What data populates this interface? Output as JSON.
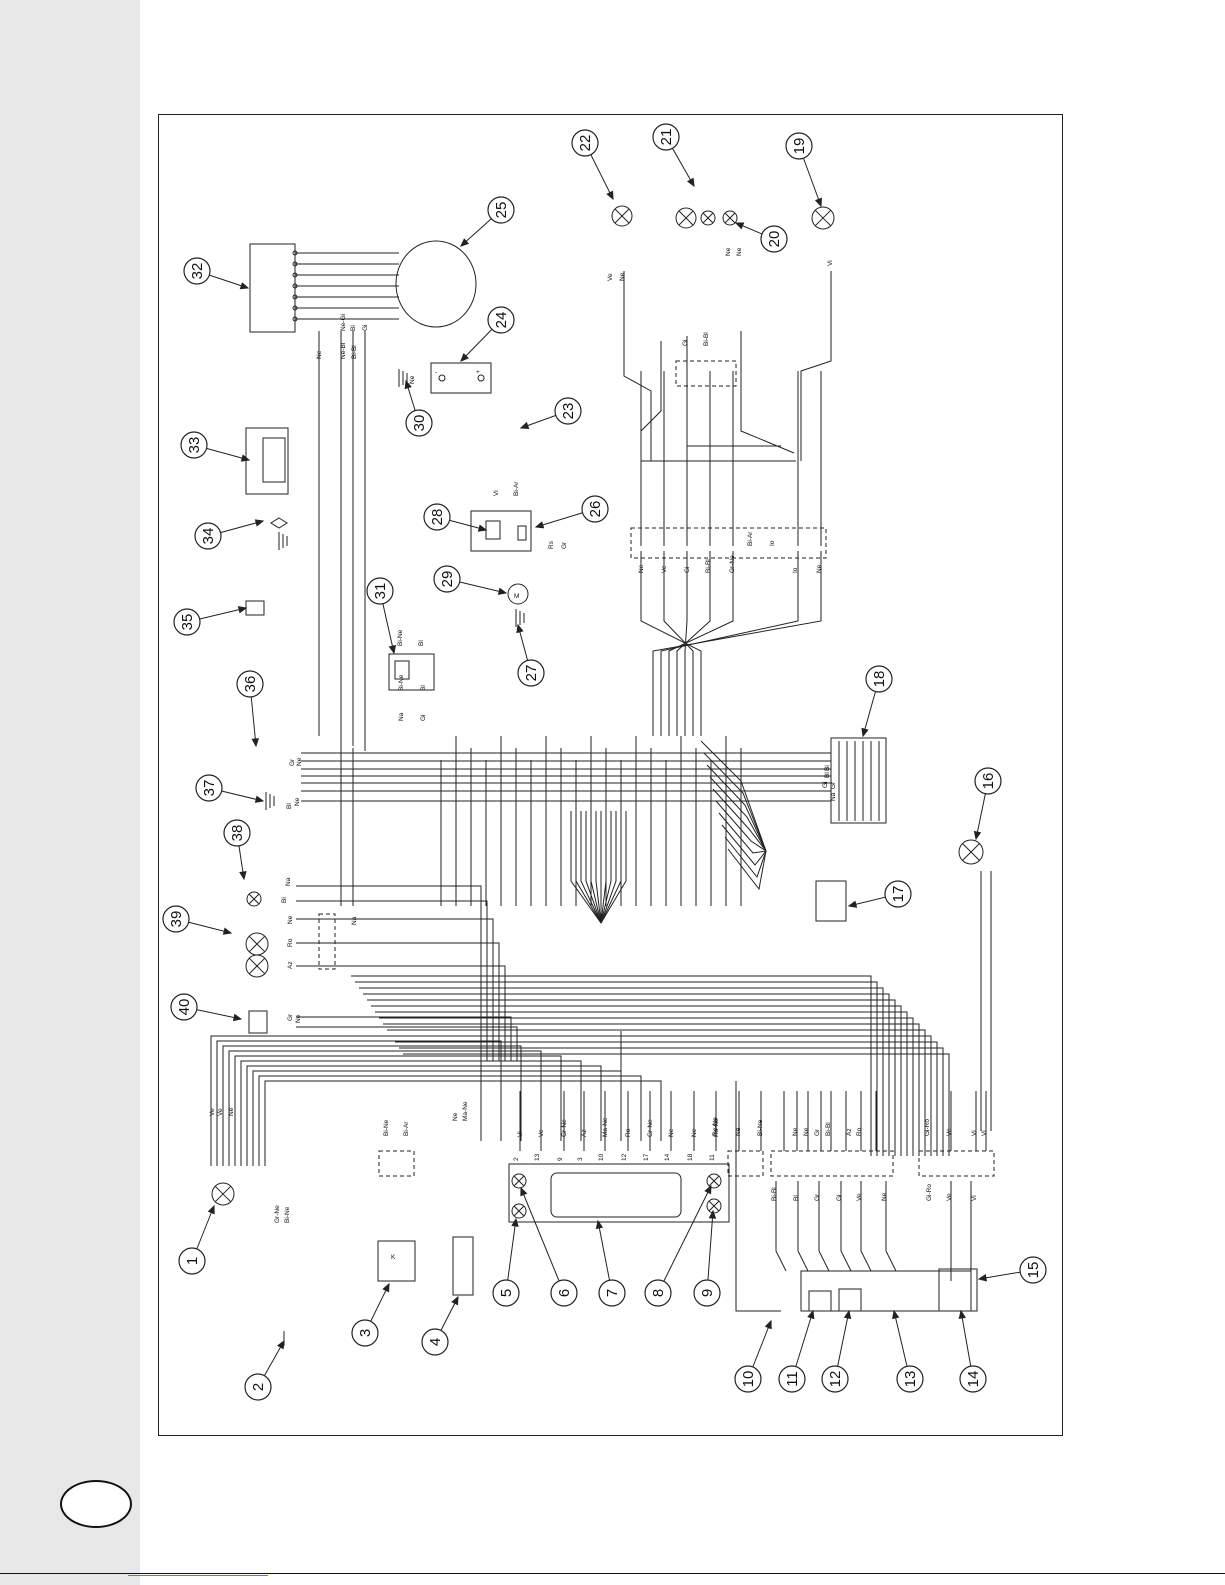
{
  "callouts": [
    "1",
    "2",
    "3",
    "4",
    "5",
    "6",
    "7",
    "8",
    "9",
    "10",
    "11",
    "12",
    "13",
    "14",
    "15",
    "16",
    "17",
    "18",
    "19",
    "20",
    "21",
    "22",
    "23",
    "24",
    "25",
    "26",
    "27",
    "28",
    "29",
    "30",
    "31",
    "32",
    "33",
    "34",
    "35",
    "36",
    "37",
    "38",
    "39",
    "40"
  ],
  "connector_bottom": {
    "pins": [
      "2",
      "13",
      "9",
      "3",
      "10",
      "12",
      "17",
      "14",
      "18",
      "11"
    ],
    "wires": [
      "Vi",
      "Ve",
      "Gr-Ne",
      "Az",
      "Ma-Ne",
      "Ro",
      "Gr-Ne",
      "Ne",
      "Ne",
      "Ro-Ne"
    ]
  },
  "bottom_wire_labels": [
    "Ve",
    "Ve",
    "Ne",
    "Gr-Ne",
    "Bi-Ne",
    "Bi-Ne",
    "Bi-Ar",
    "Ne",
    "Ma-Ne",
    "Ro-Ne",
    "Ne",
    "Bi-Ne",
    "Ne",
    "Ne",
    "Gr",
    "Bi-Bl",
    "Az",
    "Ro",
    "Gi-Ro",
    "Ve",
    "Vi",
    "Vi",
    "Bi-Bl",
    "Bl",
    "Gr",
    "Gi",
    "Ve",
    "Ne",
    "Gi-Ro",
    "Ve",
    "Vi"
  ],
  "top_wire_labels": [
    "Ve",
    "Ne",
    "Gi",
    "Bi-Bl",
    "Ne",
    "Ne",
    "Vi",
    "Ne",
    "Ve",
    "Gi",
    "Bi-Bl",
    "Gr-Ne",
    "Bi-Ar",
    "Io",
    "Io",
    "Ne",
    "Vi",
    "Bi-Ar",
    "Rs",
    "Gr",
    "Ne",
    "Ne",
    "Ne-Bi",
    "Bi-Bl",
    "Ne-Gi",
    "Bl",
    "Gi",
    "Bi-Ne",
    "Bl",
    "Na",
    "Gi",
    "Bi-Ne",
    "Bl"
  ],
  "left_wire_labels": [
    "Gr",
    "Ne",
    "Bl",
    "Ne",
    "Na",
    "Bi",
    "Ne",
    "Ro",
    "Az",
    "Gr",
    "Ne",
    "Na",
    "Bi",
    "Bl",
    "Gi",
    "Gr",
    "Na"
  ],
  "misc_labels": {
    "motor": "M",
    "relay_k": "K",
    "battery_plus": "+",
    "battery_minus": "-"
  }
}
